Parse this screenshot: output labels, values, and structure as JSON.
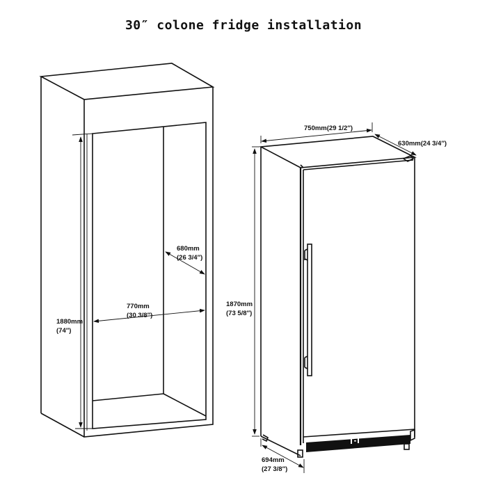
{
  "title": "30″ colone fridge installation",
  "cabinet": {
    "height_label": "1880mm",
    "height_label_in": "(74″)",
    "width_label": "770mm",
    "width_label_in": "(30 3/8″)",
    "depth_label": "680mm",
    "depth_label_in": "(26 3/4″)"
  },
  "fridge": {
    "width_label": "750mm(29 1/2″)",
    "depth_label": "630mm(24 3/4″)",
    "height_label": "1870mm",
    "height_label_in": "(73 5/8″)",
    "door_open_depth_label": "694mm",
    "door_open_depth_label_in": "(27 3/8″)"
  }
}
